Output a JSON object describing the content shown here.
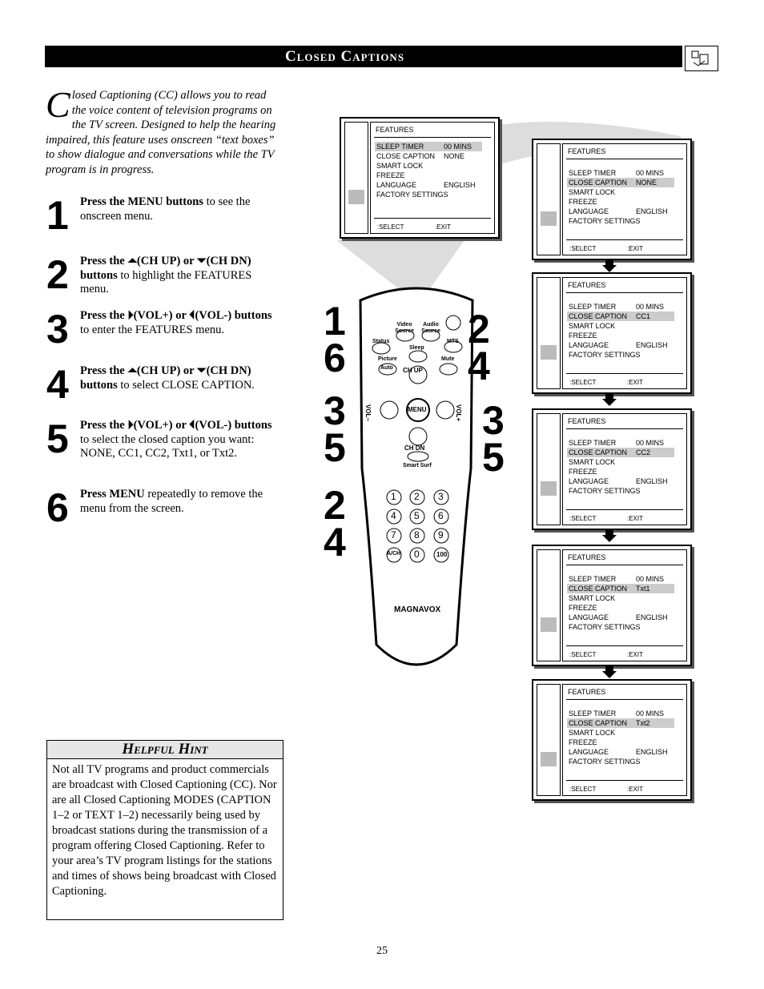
{
  "header": {
    "title": "Closed Captions"
  },
  "intro": {
    "dropcap": "C",
    "text": "losed Captioning (CC) allows you to read the voice content of television programs on the TV screen.  Designed to help the hearing impaired, this feature uses onscreen “text boxes” to show dialogue and conversations while the TV program is in progress."
  },
  "steps": [
    {
      "num": "1",
      "bold": "Press the MENU buttons",
      "text": " to see the onscreen menu."
    },
    {
      "num": "2",
      "bold": "Press the ⏶(CH UP) or ⏷(CH DN) buttons",
      "text": " to highlight the FEATURES menu."
    },
    {
      "num": "3",
      "bold": "Press the ⏵(VOL+) or ⏴(VOL-) buttons",
      "text": " to enter the FEATURES menu."
    },
    {
      "num": "4",
      "bold": "Press the ⏶(CH UP) or ⏷(CH DN) buttons",
      "text": " to select  CLOSE CAPTION."
    },
    {
      "num": "5",
      "bold": "Press the ⏵(VOL+) or ⏴(VOL-) buttons",
      "text": " to select the closed caption you want: NONE, CC1, CC2, Txt1, or Txt2."
    },
    {
      "num": "6",
      "bold": "Press MENU",
      "text": " repeatedly to remove the menu from the screen."
    }
  ],
  "hint": {
    "title": "Helpful Hint",
    "text": "Not all TV programs and product commercials are broadcast with Closed Captioning (CC).  Nor are all Closed Captioning MODES (CAPTION 1–2 or TEXT 1–2) necessarily being used by broadcast stations during the transmission of a program offering Closed Captioning.  Refer to your area’s TV program listings for the stations and times of shows being broadcast with Closed Captioning."
  },
  "remote": {
    "buttons": {
      "video_source": "Video Source",
      "audio_source": "Audio Source",
      "status": "Status",
      "sleep": "Sleep",
      "mts": "MTS",
      "picture": "Picture",
      "auto": "Auto",
      "mute": "Mute",
      "ch_up": "CH UP",
      "ch_dn": "CH DN",
      "vol_minus": "VOL–",
      "vol_plus": "VOL+",
      "menu": "MENU",
      "smart_surf": "Smart Surf",
      "ach": "A/CH",
      "hundred": "100"
    },
    "digits": [
      "1",
      "2",
      "3",
      "4",
      "5",
      "6",
      "7",
      "8",
      "9",
      "0"
    ],
    "brand": "MAGNAVOX"
  },
  "callouts": [
    "1",
    "6",
    "2",
    "4",
    "3",
    "5",
    "3",
    "5",
    "2",
    "4"
  ],
  "menu": {
    "title": "FEATURES",
    "items": [
      "SLEEP TIMER",
      "CLOSE CAPTION",
      "SMART LOCK",
      "FREEZE",
      "LANGUAGE",
      "FACTORY SETTINGS"
    ],
    "sleep_value": "00 MINS",
    "language_value": "ENGLISH",
    "select_label": ":SELECT",
    "exit_label": ":EXIT"
  },
  "screens": [
    {
      "highlight": "SLEEP TIMER",
      "caption_value": "NONE"
    },
    {
      "highlight": "CLOSE CAPTION",
      "caption_value": "NONE"
    },
    {
      "highlight": "CLOSE CAPTION",
      "caption_value": "CC1"
    },
    {
      "highlight": "CLOSE CAPTION",
      "caption_value": "CC2"
    },
    {
      "highlight": "CLOSE CAPTION",
      "caption_value": "Txt1"
    },
    {
      "highlight": "CLOSE CAPTION",
      "caption_value": "Txt2"
    }
  ],
  "page_number": "25"
}
